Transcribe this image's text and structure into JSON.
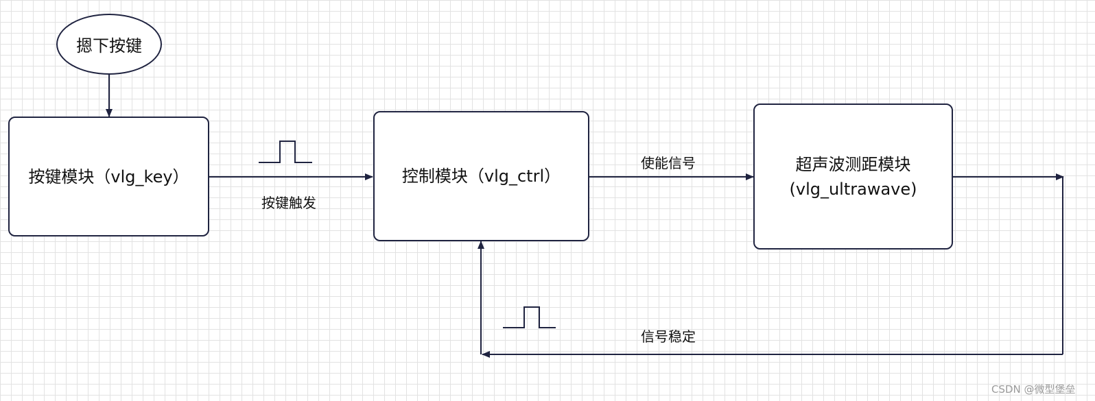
{
  "nodes": {
    "start": "摁下按键",
    "key_module": "按键模块（vlg_key）",
    "ctrl_module": "控制模块（vlg_ctrl）",
    "ultra_module_line1": "超声波测距模块",
    "ultra_module_line2": "(vlg_ultrawave)"
  },
  "edges": {
    "key_to_ctrl": "按键触发",
    "ctrl_to_ultra": "使能信号",
    "feedback": "信号稳定"
  },
  "watermark": "CSDN @微型堡垒",
  "colors": {
    "line": "#1f2340",
    "grid": "#e2e2e2"
  }
}
